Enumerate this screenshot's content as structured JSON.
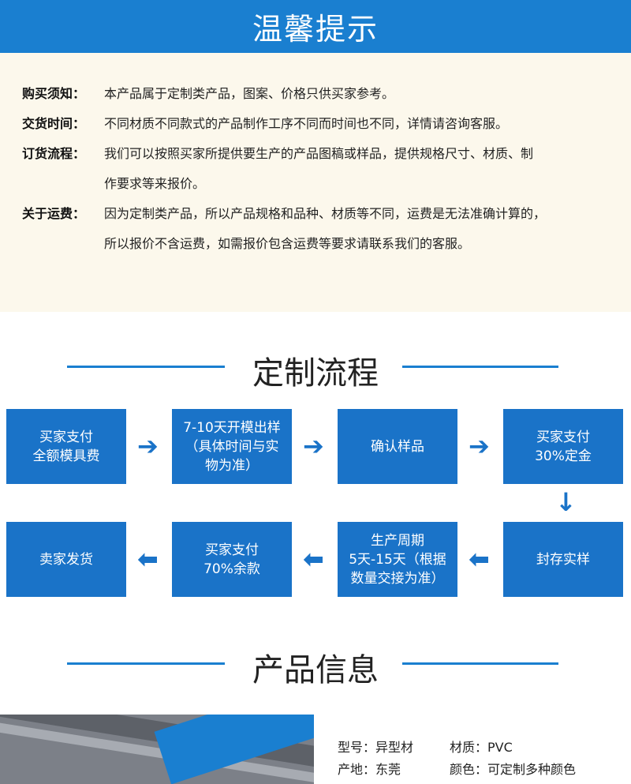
{
  "banner": {
    "title": "温馨提示"
  },
  "notice": {
    "rows": [
      {
        "label": "购买须知：",
        "lines": [
          "本产品属于定制类产品，图案、价格只供买家参考。"
        ]
      },
      {
        "label": "交货时间：",
        "lines": [
          "不同材质不同款式的产品制作工序不同而时间也不同，详情请咨询客服。"
        ]
      },
      {
        "label": "订货流程：",
        "lines": [
          "我们可以按照买家所提供要生产的产品图稿或样品，提供规格尺寸、材质、制",
          "作要求等来报价。"
        ]
      },
      {
        "label": "关于运费：",
        "lines": [
          "因为定制类产品，所以产品规格和品种、材质等不同，运费是无法准确计算的，",
          "所以报价不含运费，如需报价包含运费等要求请联系我们的客服。"
        ]
      }
    ]
  },
  "process": {
    "title": "定制流程",
    "steps": [
      {
        "lines": [
          "买家支付",
          "全额模具费"
        ]
      },
      {
        "lines": [
          "7-10天开模出样",
          "（具体时间与实",
          "物为准）"
        ]
      },
      {
        "lines": [
          "确认样品"
        ]
      },
      {
        "lines": [
          "买家支付",
          "30%定金"
        ]
      },
      {
        "lines": [
          "封存实样"
        ]
      },
      {
        "lines": [
          "生产周期",
          "5天-15天（根据",
          "数量交接为准）"
        ]
      },
      {
        "lines": [
          "买家支付",
          "70%余款"
        ]
      },
      {
        "lines": [
          "卖家发货"
        ]
      }
    ],
    "arrows": {
      "right": "➔",
      "left": "⬅",
      "down": "↓"
    }
  },
  "product": {
    "title": "产品信息",
    "model": "型号：异型材",
    "material": "材质：PVC",
    "origin": "产地：东莞",
    "color": "颜色：可定制多种颜色"
  }
}
